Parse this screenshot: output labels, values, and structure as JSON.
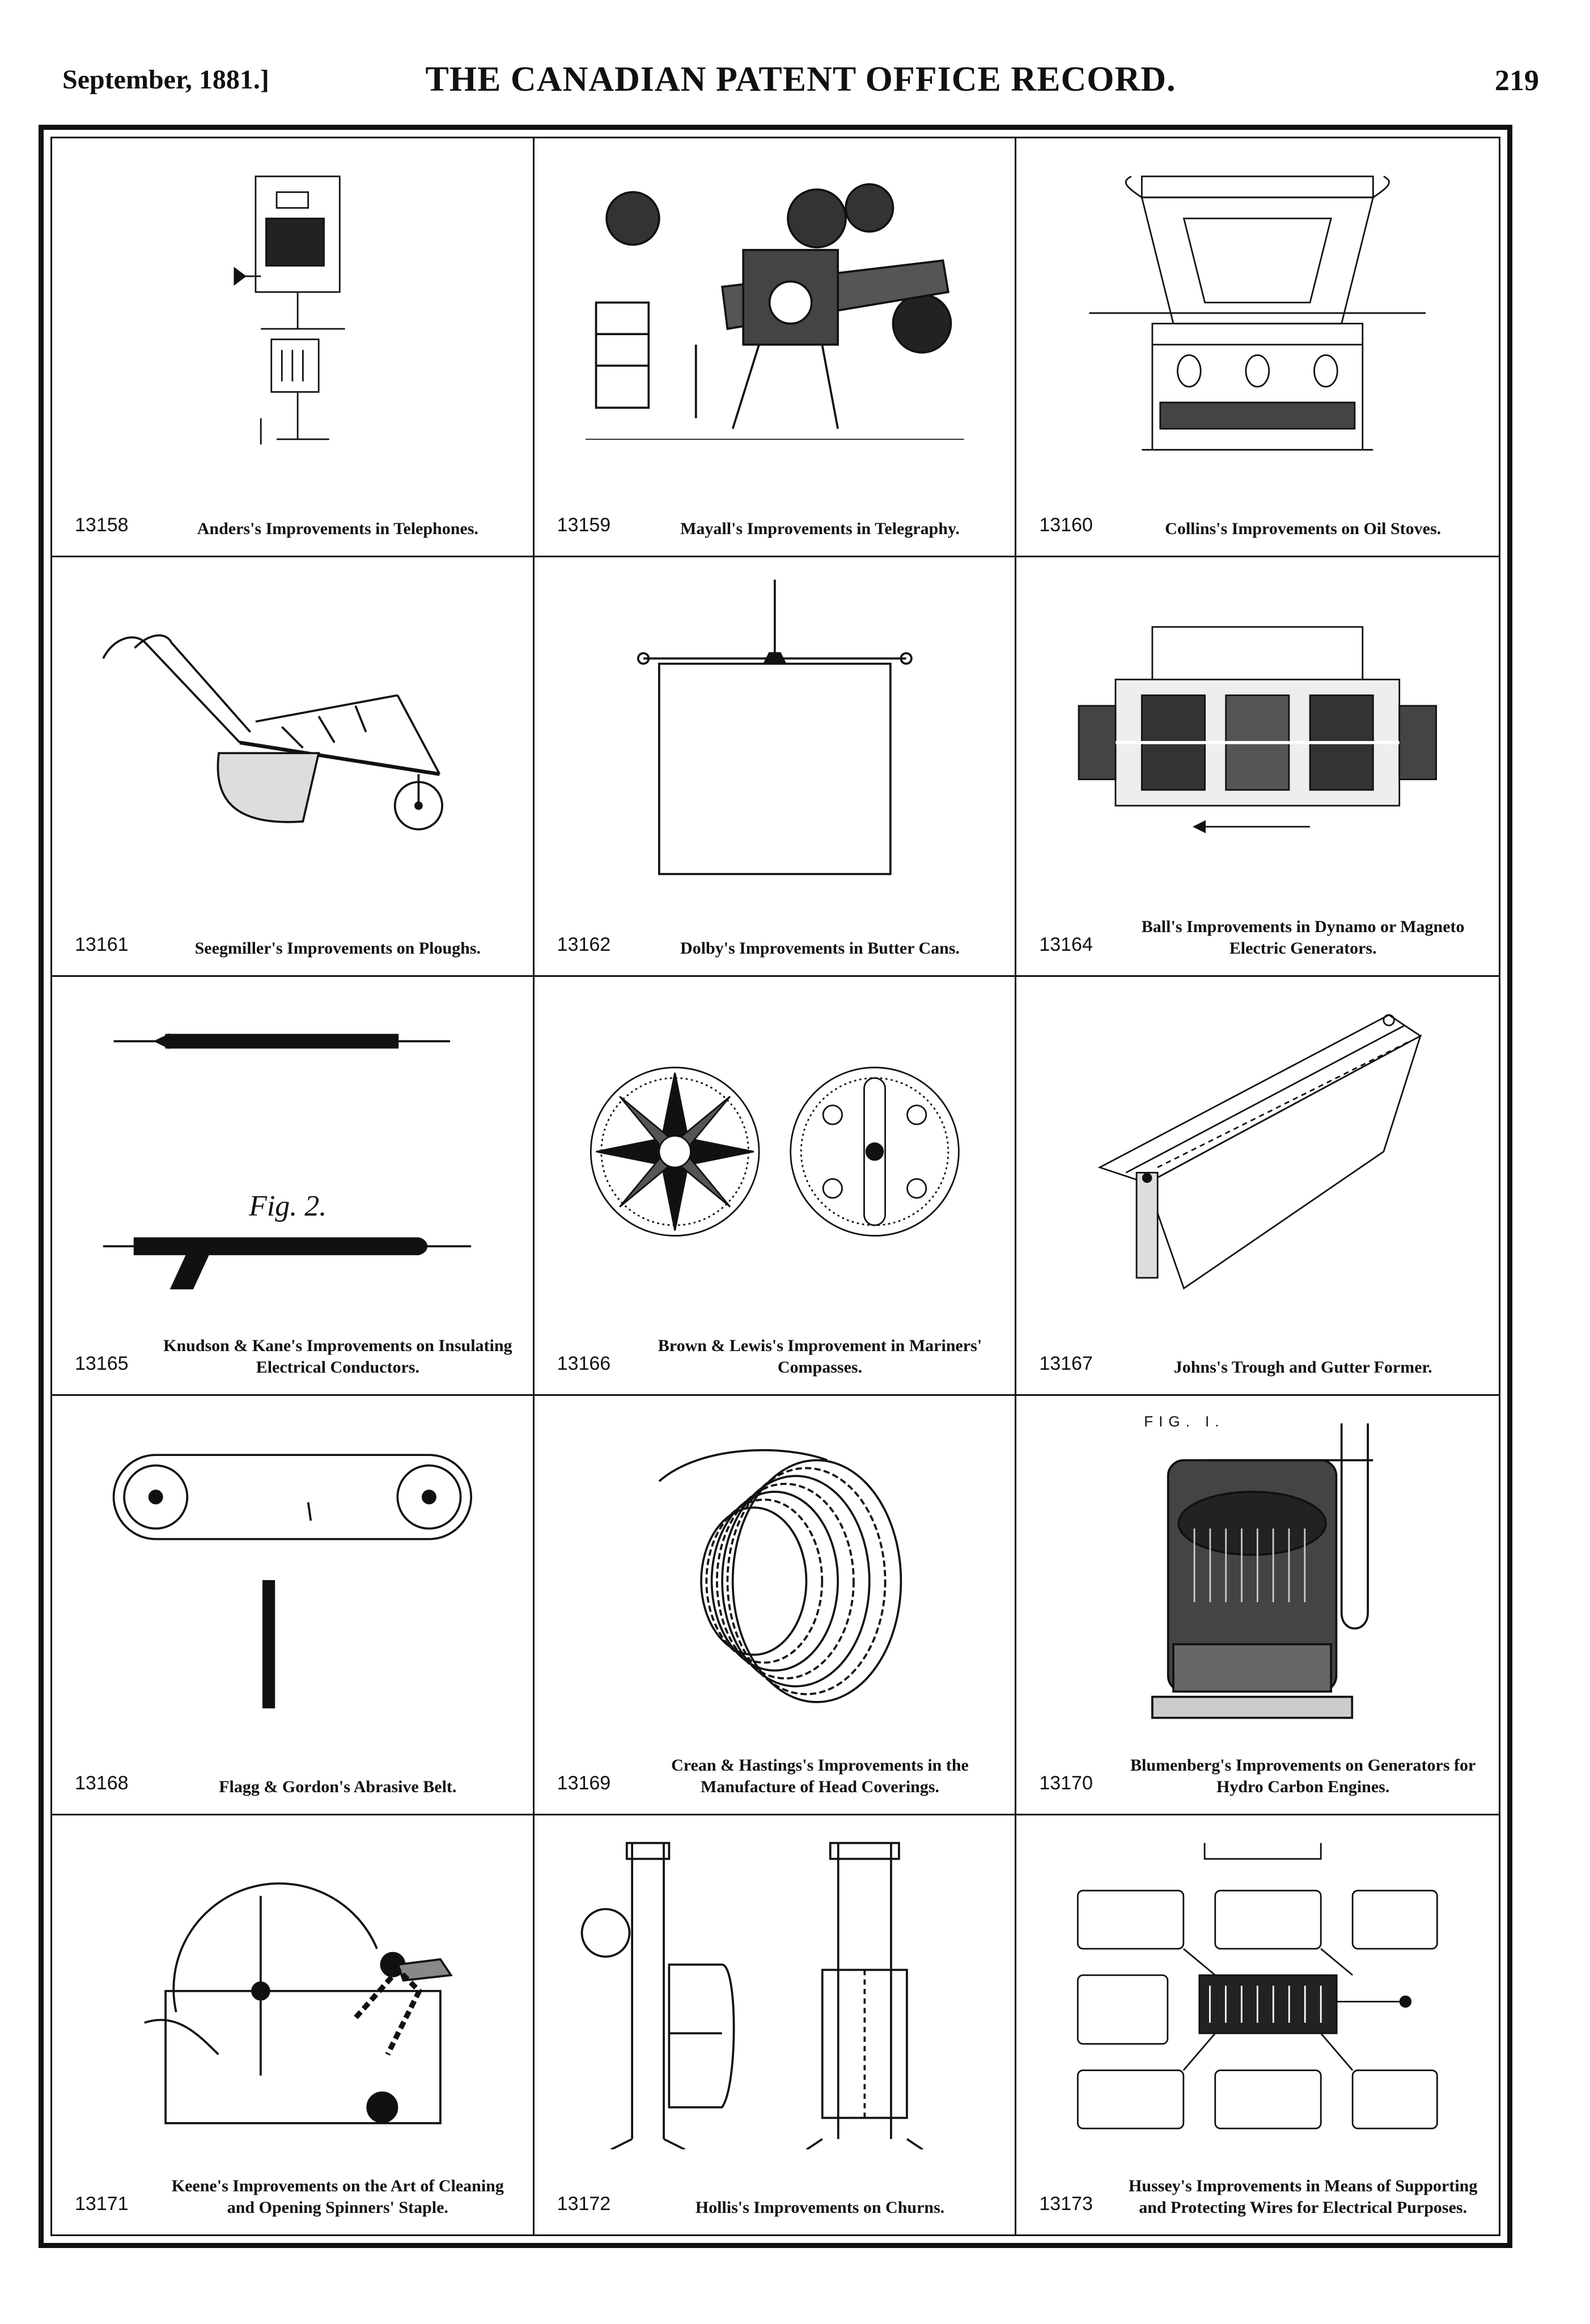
{
  "header": {
    "date": "September, 1881.]",
    "title": "THE CANADIAN PATENT OFFICE RECORD.",
    "page": "219"
  },
  "figures": [
    {
      "number": "13158",
      "title": "Anders's Improvements in Telephones.",
      "icon": "telephone-drawing"
    },
    {
      "number": "13159",
      "title": "Mayall's Improvements in Telegraphy.",
      "icon": "telegraph-machine-drawing"
    },
    {
      "number": "13160",
      "title": "Collins's Improvements on Oil Stoves.",
      "icon": "oil-stove-drawing"
    },
    {
      "number": "13161",
      "title": "Seegmiller's Improvements on Ploughs.",
      "icon": "plough-drawing"
    },
    {
      "number": "13162",
      "title": "Dolby's Improvements in Butter Cans.",
      "icon": "butter-can-drawing"
    },
    {
      "number": "13164",
      "title": "Ball's Improvements in Dynamo or Magneto Electric Generators.",
      "icon": "dynamo-drawing"
    },
    {
      "number": "13165",
      "title": "Knudson & Kane's Improvements on Insulating Electrical Conductors.",
      "icon": "conductor-drawing",
      "fig_label": "Fig. 2."
    },
    {
      "number": "13166",
      "title": "Brown & Lewis's Improvement in Mariners' Compasses.",
      "icon": "compass-drawing"
    },
    {
      "number": "13167",
      "title": "Johns's Trough and Gutter Former.",
      "icon": "trough-drawing"
    },
    {
      "number": "13168",
      "title": "Flagg & Gordon's Abrasive Belt.",
      "icon": "abrasive-belt-drawing"
    },
    {
      "number": "13169",
      "title": "Crean & Hastings's Improvements in the Manufacture of Head Coverings.",
      "icon": "head-covering-drawing"
    },
    {
      "number": "13170",
      "title": "Blumenberg's Improvements on Generators for Hydro Carbon Engines.",
      "icon": "generator-drawing",
      "fig_label": "FIG. I."
    },
    {
      "number": "13171",
      "title": "Keene's Improvements on the Art of Cleaning and Opening Spinners' Staple.",
      "icon": "cleaning-machine-drawing"
    },
    {
      "number": "13172",
      "title": "Hollis's Improvements on Churns.",
      "icon": "churn-drawing"
    },
    {
      "number": "13173",
      "title": "Hussey's Improvements in Means of Supporting and Protecting Wires for Electrical Purposes.",
      "icon": "wire-support-drawing"
    }
  ]
}
